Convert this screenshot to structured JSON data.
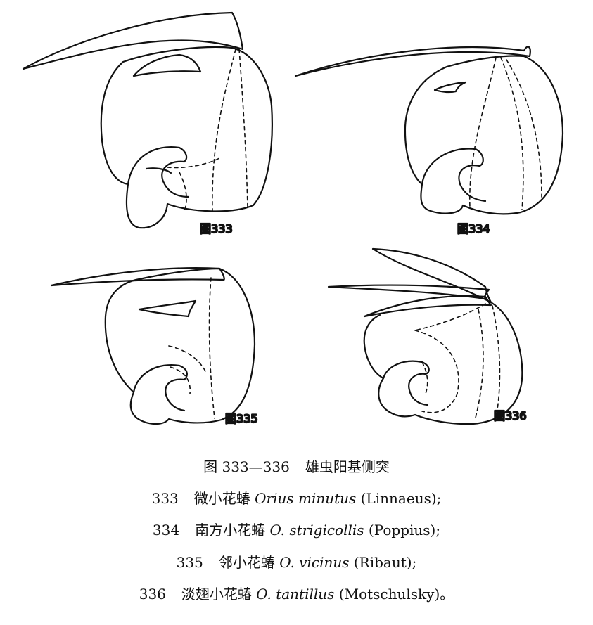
{
  "figures": [
    {
      "label": "图333"
    },
    {
      "label": "图334"
    },
    {
      "label": "图335"
    },
    {
      "label": "图336"
    }
  ],
  "caption": {
    "title": {
      "number": "图 333—336",
      "text": "雄虫阳基侧突"
    },
    "entries": [
      {
        "number": "333",
        "common_name": "微小花蝽",
        "genus": "Orius",
        "species": "minutus",
        "authority": "(Linnaeus);"
      },
      {
        "number": "334",
        "common_name": "南方小花蝽",
        "genus": "O.",
        "species": "strigicollis",
        "authority": "(Poppius);"
      },
      {
        "number": "335",
        "common_name": "邻小花蝽",
        "genus": "O.",
        "species": "vicinus",
        "authority": "(Ribaut);"
      },
      {
        "number": "336",
        "common_name": "淡翅小花蝽",
        "genus": "O.",
        "species": "tantillus",
        "authority": "(Motschulsky)。"
      }
    ]
  }
}
